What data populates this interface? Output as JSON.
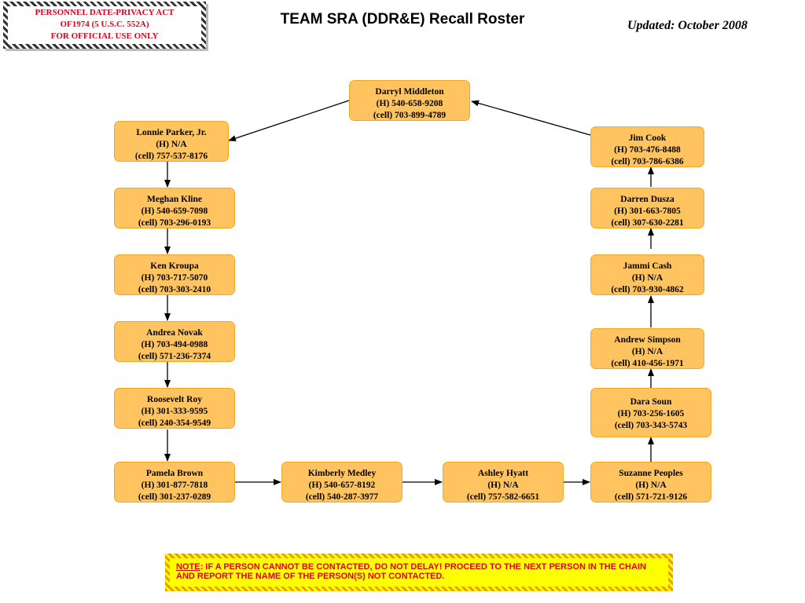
{
  "privacy_notice": {
    "line1": "PERSONNEL DATE-PRIVACY ACT",
    "line2": "OF1974 (5 U.S.C. 552A)",
    "line3": "FOR OFFICIAL USE ONLY"
  },
  "header": {
    "title": "TEAM SRA (DDR&E) Recall Roster",
    "updated": "Updated:  October 2008"
  },
  "people": [
    {
      "name": "Darryl Middleton",
      "home": "(H) 540-658-9208",
      "cell": "(cell) 703-899-4789"
    },
    {
      "name": "Lonnie Parker, Jr.",
      "home": "(H) N/A",
      "cell": "(cell)  757-537-8176"
    },
    {
      "name": "Meghan Kline",
      "home": "(H) 540-659-7098",
      "cell": "(cell) 703-296-0193"
    },
    {
      "name": "Ken Kroupa",
      "home": "(H) 703-717-5070",
      "cell": "(cell)  703-303-2410"
    },
    {
      "name": "Andrea Novak",
      "home": "(H) 703-494-0988",
      "cell": "(cell) 571-236-7374"
    },
    {
      "name": "Roosevelt Roy",
      "home": "(H) 301-333-9595",
      "cell": "(cell) 240-354-9549"
    },
    {
      "name": "Pamela Brown",
      "home": "(H) 301-877-7818",
      "cell": "(cell) 301-237-0289"
    },
    {
      "name": "Kimberly Medley",
      "home": "(H) 540-657-8192",
      "cell": "(cell) 540-287-3977"
    },
    {
      "name": "Ashley Hyatt",
      "home": "(H) N/A",
      "cell": "(cell) 757-582-6651"
    },
    {
      "name": "Suzanne Peoples",
      "home": "(H) N/A",
      "cell": "(cell) 571-721-9126"
    },
    {
      "name": "Dara Soun",
      "home": "(H) 703-256-1605",
      "cell": "(cell) 703-343-5743"
    },
    {
      "name": "Andrew Simpson",
      "home": "(H) N/A",
      "cell": "(cell) 410-456-1971"
    },
    {
      "name": "Jammi Cash",
      "home": "(H) N/A",
      "cell": "(cell) 703-930-4862"
    },
    {
      "name": "Darren Dusza",
      "home": "(H) 301-663-7805",
      "cell": "(cell) 307-630-2281"
    },
    {
      "name": "Jim Cook",
      "home": "(H) 703-476-8488",
      "cell": "(cell) 703-786-6386"
    }
  ],
  "note": {
    "lead": "NOTE",
    "text": ":  IF A PERSON CANNOT BE CONTACTED, DO NOT DELAY!  PROCEED TO THE NEXT PERSON IN THE CHAIN AND REPORT THE NAME OF THE PERSON(S) NOT CONTACTED."
  },
  "colors": {
    "box_fill": "#ffc460",
    "box_border": "#f5a623",
    "note_fill": "#ffff00",
    "alert_text": "#e0001b"
  }
}
